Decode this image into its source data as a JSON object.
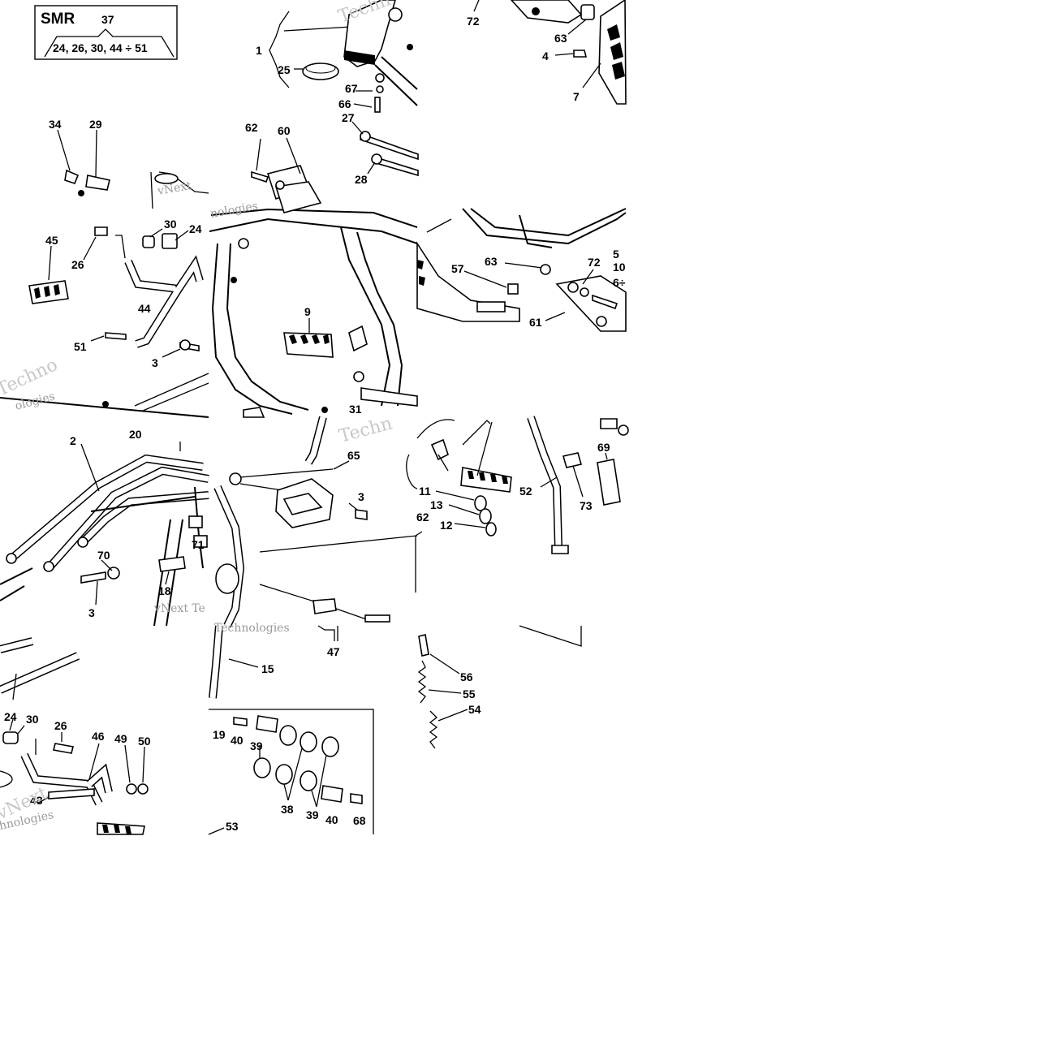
{
  "title_box": {
    "model": "SMR",
    "ref": "37",
    "list": "24, 26, 30, 44 ÷ 51"
  },
  "watermark": {
    "brand": "Techn",
    "brand2": "vNext Te",
    "brand3": "Technologies",
    "brand4": "vNext",
    "brand5": "ologies",
    "brand6": "hnologies",
    "brand7": "nologies",
    "brand8": "Techno"
  },
  "callouts": {
    "c1": "1",
    "c25": "25",
    "c67": "67",
    "c66": "66",
    "c27": "27",
    "c28": "28",
    "c72a": "72",
    "c63a": "63",
    "c4": "4",
    "c7": "7",
    "c34": "34",
    "c29": "29",
    "c62a": "62",
    "c60": "60",
    "c45": "45",
    "c26a": "26",
    "c30a": "30",
    "c24a": "24",
    "c44": "44",
    "c51": "51",
    "c3a": "3",
    "c9": "9",
    "c31": "31",
    "c57": "57",
    "c63b": "63",
    "c72b": "72",
    "c61": "61",
    "c5": "5",
    "c10": "10",
    "c6": "6÷",
    "c2": "2",
    "c20": "20",
    "c70": "70",
    "c71": "71",
    "c18": "18",
    "c3b": "3",
    "c65": "65",
    "c3c": "3",
    "c15": "15",
    "c47": "47",
    "c11": "11",
    "c13": "13",
    "c12": "12",
    "c62b": "62",
    "c52": "52",
    "c73": "73",
    "c69": "69",
    "c56": "56",
    "c55": "55",
    "c54": "54",
    "c24b": "24",
    "c30b": "30",
    "c26b": "26",
    "c46": "46",
    "c49": "49",
    "c50": "50",
    "c48": "48",
    "c19": "19",
    "c40a": "40",
    "c39a": "39",
    "c38": "38",
    "c39b": "39",
    "c40b": "40",
    "c68": "68",
    "c53": "53"
  }
}
